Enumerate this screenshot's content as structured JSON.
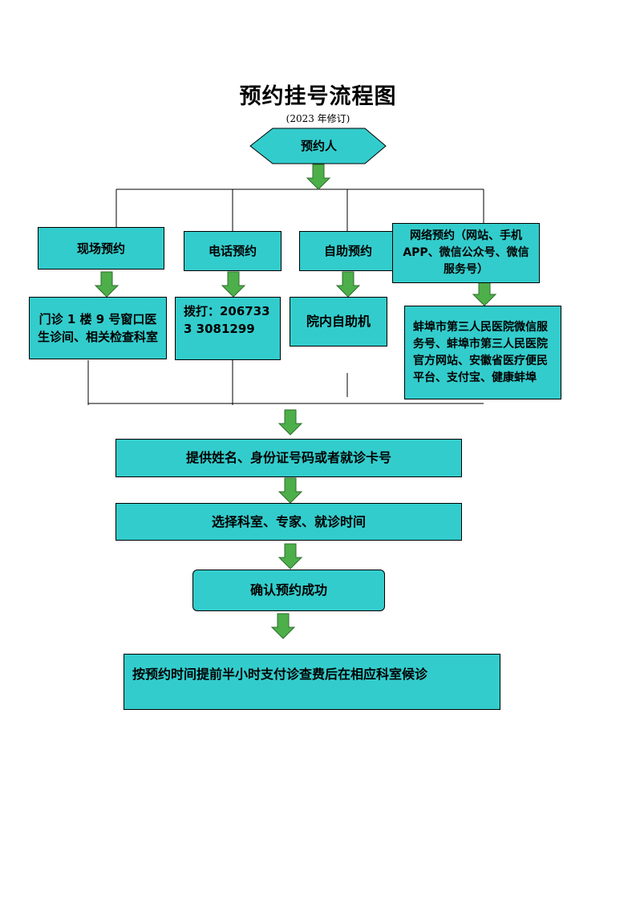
{
  "title": "预约挂号流程图",
  "subtitle": "(2023 年修订)",
  "start": "预约人",
  "channels": [
    {
      "name": "现场预约",
      "detail": "门诊 1 楼 9 号窗口医生诊间、相关检查科室"
    },
    {
      "name": "电话预约",
      "detail": "拨打：2067333 3081299"
    },
    {
      "name": "自助预约",
      "detail": "院内自助机"
    },
    {
      "name": "网络预约（网站、手机 APP、微信公众号、微信服务号）",
      "detail": "蚌埠市第三人民医院微信服务号、蚌埠市第三人民医院官方网站、安徽省医疗便民平台、支付宝、健康蚌埠"
    }
  ],
  "steps": {
    "provide_info": "提供姓名、身份证号码或者就诊卡号",
    "choose": "选择科室、专家、就诊时间",
    "confirm": "确认预约成功",
    "final": "按预约时间提前半小时支付诊查费后在相应科室候诊"
  },
  "colors": {
    "box_fill": "#33cccc",
    "arrow_fill": "#4daf4a",
    "line": "#000000"
  }
}
